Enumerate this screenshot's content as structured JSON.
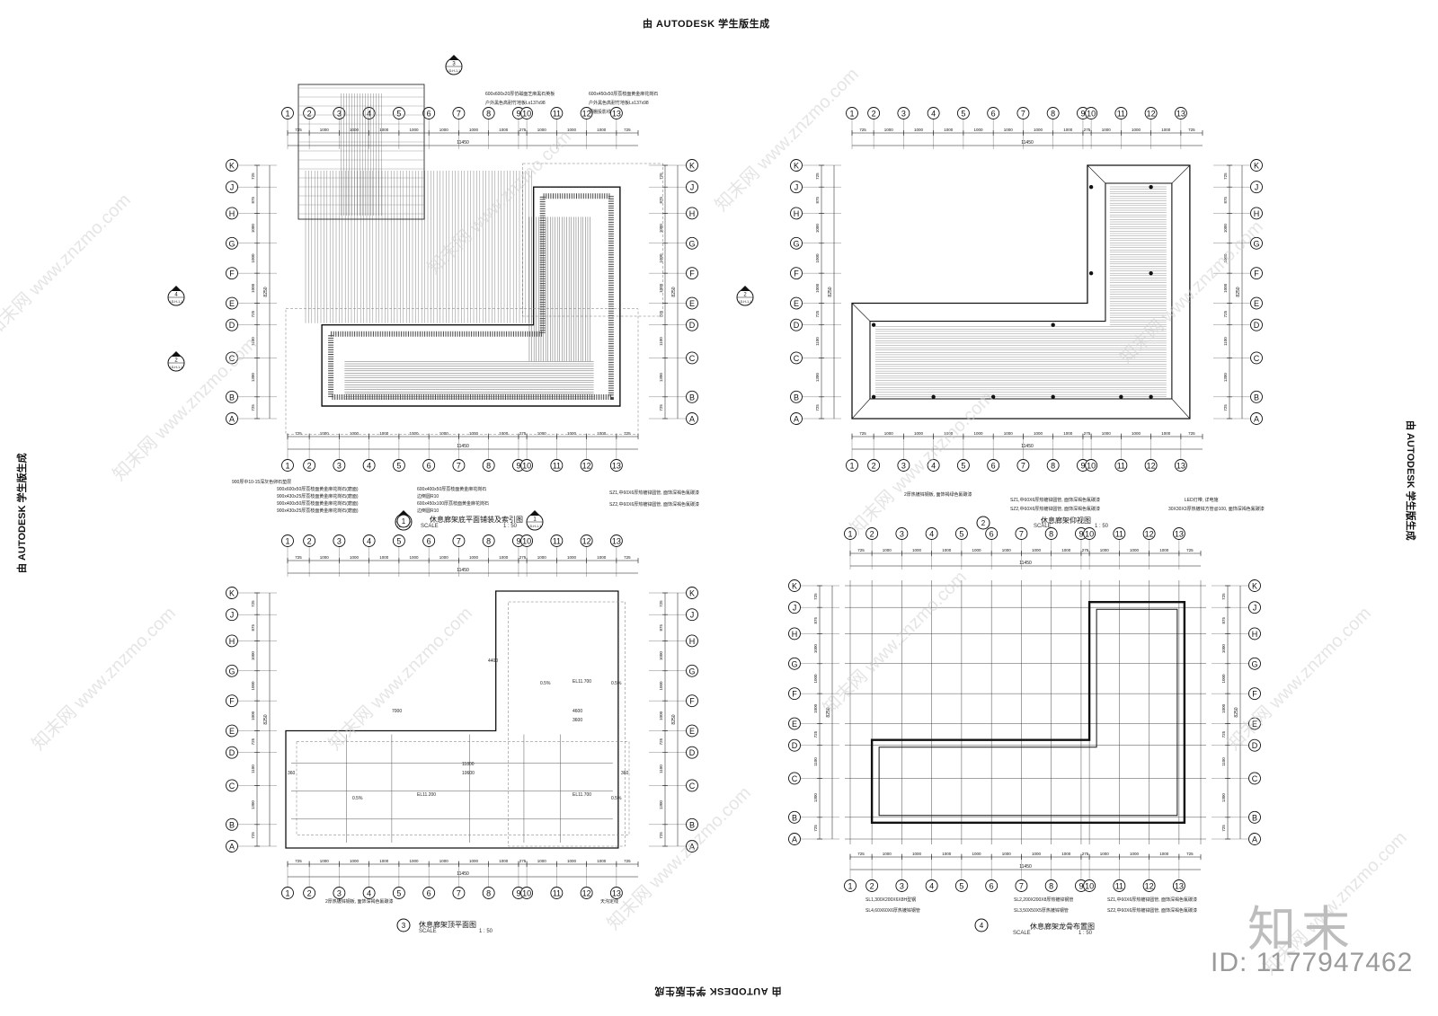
{
  "stamps": {
    "top": "由 AUTODESK 学生版生成",
    "bottom": "由 AUTODESK 学生版生成",
    "left": "由 AUTODESK 学生版生成",
    "right": "由 AUTODESK 学生版生成"
  },
  "watermark": {
    "site": "www.znzmo.com",
    "brand": "知末网",
    "logo": "知末",
    "id": "ID: 1177947462"
  },
  "grid": {
    "columns": [
      "1",
      "2",
      "3",
      "4",
      "5",
      "6",
      "7",
      "8",
      "9",
      "10",
      "11",
      "12",
      "13"
    ],
    "rows": [
      "K",
      "J",
      "H",
      "G",
      "F",
      "E",
      "D",
      "C",
      "B",
      "A"
    ],
    "col_dims": [
      "725",
      "1000",
      "1000",
      "1000",
      "1000",
      "1000",
      "1000",
      "1000",
      "275",
      "1000",
      "1000",
      "1000",
      "725"
    ],
    "row_dims": [
      "725",
      "875",
      "1000",
      "1000",
      "1000",
      "725",
      "1100",
      "1300",
      "725"
    ],
    "total_width": "11450",
    "total_height": "8250"
  },
  "drawings": [
    {
      "num": "1",
      "title": "休息廊架底平面铺装及索引图",
      "scale_label": "SCALE",
      "scale": "1 : 50"
    },
    {
      "num": "2",
      "title": "休息廊架仰视图",
      "scale_label": "SCALE",
      "scale": "1 : 50"
    },
    {
      "num": "3",
      "title": "休息廊架顶平面图",
      "scale_label": "SCALE",
      "scale": "1 : 50"
    },
    {
      "num": "4",
      "title": "休息廊架龙骨布置图",
      "scale_label": "SCALE",
      "scale": "1 : 50"
    }
  ],
  "notes_1": [
    "600x600x20厚仿磁面芝麻黑石英板",
    "户外黑色高耐竹地板Lx137x98",
    "600x450x50厚荔枝面黄金麻花岗石",
    "户外黑色高耐竹地板Lx137x98",
    "顶棚投影线",
    "900厚中10-15深灰色卵石垫层",
    "900x600x50厚荔枝面黄金麻花岗石(磨面)",
    "900x430x25厚荔枝面黄金麻花岗石(磨面)",
    "900x400x50厚荔枝面黄金麻花岗石(磨面)",
    "900x430x25厚荔枝面黄金麻花岗石(磨面)",
    "600x400x50厚荔枝面黄金麻花岗石",
    "边倒圆R10",
    "600x450x100厚荔枝面黄金麻花岗石",
    "边倒圆R10",
    "SZ1,中60X6厚热镀锌圆管, 面饰深褐色氟碳漆",
    "SZ2,中60X6厚热镀锌圆管, 面饰深褐色氟碳漆"
  ],
  "notes_2": [
    "2厚热镀锌钢板, 面饰褐绿色氟碳漆",
    "SZ1,中60X6厚热镀锌圆管, 面饰深褐色氟碳漆",
    "SZ2,中60X6厚热镀锌圆管, 面饰深褐色氟碳漆",
    "LED灯带, 详电施",
    "30X30X3厚热镀锌方管@100, 面饰深褐色氟碳漆"
  ],
  "notes_3": [
    "2厚热镀锌钢板, 面饰深褐色氟碳漆",
    "天沟定线"
  ],
  "notes_4": [
    "SL1,300X200X6X8H型钢",
    "SL2,200X200X8厚热镀锌钢管",
    "SZ1,中60X6厚热镀锌圆管, 面饰深褐色氟碳漆",
    "SL4,60X60X6厚热镀锌钢管",
    "SL3,50X50X5厚热镀锌钢管",
    "SZ2,中60X6厚热镀锌圆管, 面饰深褐色氟碳漆"
  ],
  "roof_labels": {
    "slope": "0.5%",
    "elev1": "EL11.700",
    "elev2": "EL11.200",
    "elev3": "EL11.700",
    "d7000": "7000",
    "d4600": "4600",
    "d3600": "3600",
    "d4400": "4400",
    "d11800": "11800",
    "d10600": "10600",
    "d360": "360"
  },
  "section_marks": [
    {
      "num": "3",
      "ref": "LD-H-1-1"
    },
    {
      "num": "4",
      "ref": "LD-H-1-1"
    },
    {
      "num": "2",
      "ref": "LD-H-1-1"
    },
    {
      "num": "2",
      "ref": "LD-H-1-1"
    },
    {
      "num": "1",
      "ref": "LD-H-1-1"
    },
    {
      "num": "1",
      "ref": "LD-H-1-1"
    }
  ]
}
